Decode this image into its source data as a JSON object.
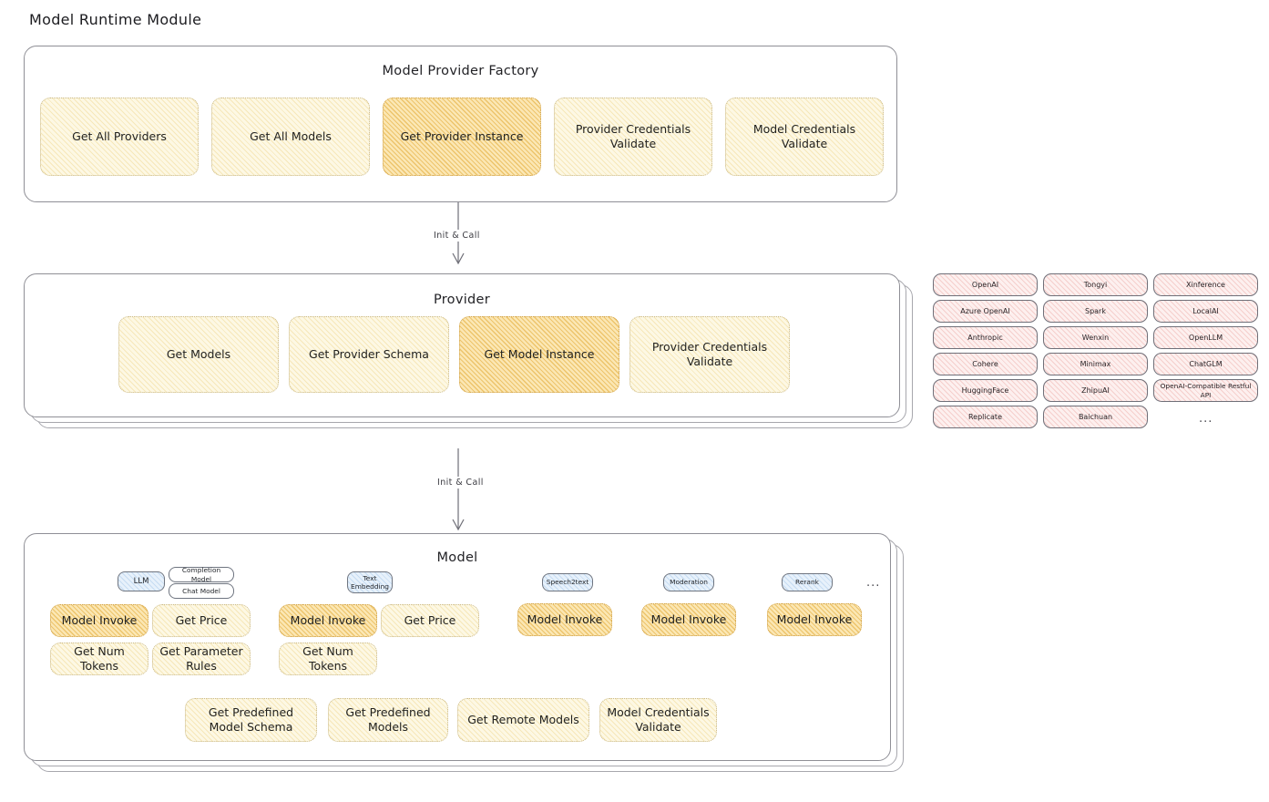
{
  "page": {
    "title": "Model Runtime Module"
  },
  "colors": {
    "yellow_fill": "#fdf8e4",
    "orange_fill": "#fbe7b4",
    "pink_fill": "#fdf0ef",
    "blue_fill": "#e7f1fb",
    "frame_stroke": "#8f8f96",
    "text": "#1f1f1f"
  },
  "factory": {
    "title": "Model Provider Factory",
    "nodes": [
      {
        "label": "Get All Providers",
        "style": "yellow"
      },
      {
        "label": "Get All Models",
        "style": "yellow"
      },
      {
        "label": "Get Provider Instance",
        "style": "orange"
      },
      {
        "label": "Provider Credentials Validate",
        "style": "yellow"
      },
      {
        "label": "Model Credentials Validate",
        "style": "yellow"
      }
    ]
  },
  "connector_1": {
    "label": "Init & Call"
  },
  "provider": {
    "title": "Provider",
    "nodes": [
      {
        "label": "Get Models",
        "style": "yellow"
      },
      {
        "label": "Get Provider Schema",
        "style": "yellow"
      },
      {
        "label": "Get Model Instance",
        "style": "orange"
      },
      {
        "label": "Provider Credentials Validate",
        "style": "yellow"
      }
    ]
  },
  "connector_2": {
    "label": "Init & Call"
  },
  "provider_list": {
    "ellipsis": "...",
    "columns": [
      {
        "items": [
          "OpenAI",
          "Azure OpenAI",
          "Anthropic",
          "Cohere",
          "HuggingFace",
          "Replicate"
        ]
      },
      {
        "items": [
          "Tongyi",
          "Spark",
          "Wenxin",
          "Minimax",
          "ZhipuAI",
          "Baichuan"
        ]
      },
      {
        "items": [
          "Xinference",
          "LocalAI",
          "OpenLLM",
          "ChatGLM",
          "OpenAI-Compatible Restful API"
        ]
      }
    ]
  },
  "model": {
    "title": "Model",
    "ellipsis": "...",
    "types": [
      {
        "tag": "LLM",
        "tag_style": "blue",
        "subtags": [
          "Completion Model",
          "Chat Model"
        ],
        "nodes": [
          {
            "label": "Model Invoke",
            "style": "orange"
          },
          {
            "label": "Get Price",
            "style": "yellow"
          },
          {
            "label": "Get Num Tokens",
            "style": "yellow"
          },
          {
            "label": "Get Parameter Rules",
            "style": "yellow"
          }
        ]
      },
      {
        "tag": "Text Embedding",
        "tag_style": "blue",
        "subtags": [],
        "nodes": [
          {
            "label": "Model Invoke",
            "style": "orange"
          },
          {
            "label": "Get Price",
            "style": "yellow"
          },
          {
            "label": "Get Num Tokens",
            "style": "yellow"
          }
        ]
      },
      {
        "tag": "Speech2text",
        "tag_style": "blue",
        "subtags": [],
        "nodes": [
          {
            "label": "Model Invoke",
            "style": "orange"
          }
        ]
      },
      {
        "tag": "Moderation",
        "tag_style": "blue",
        "subtags": [],
        "nodes": [
          {
            "label": "Model Invoke",
            "style": "orange"
          }
        ]
      },
      {
        "tag": "Rerank",
        "tag_style": "blue",
        "subtags": [],
        "nodes": [
          {
            "label": "Model Invoke",
            "style": "orange"
          }
        ]
      }
    ],
    "common_nodes": [
      {
        "label": "Get Predefined Model Schema",
        "style": "yellow"
      },
      {
        "label": "Get Predefined Models",
        "style": "yellow"
      },
      {
        "label": "Get Remote Models",
        "style": "yellow"
      },
      {
        "label": "Model Credentials Validate",
        "style": "yellow"
      }
    ]
  }
}
